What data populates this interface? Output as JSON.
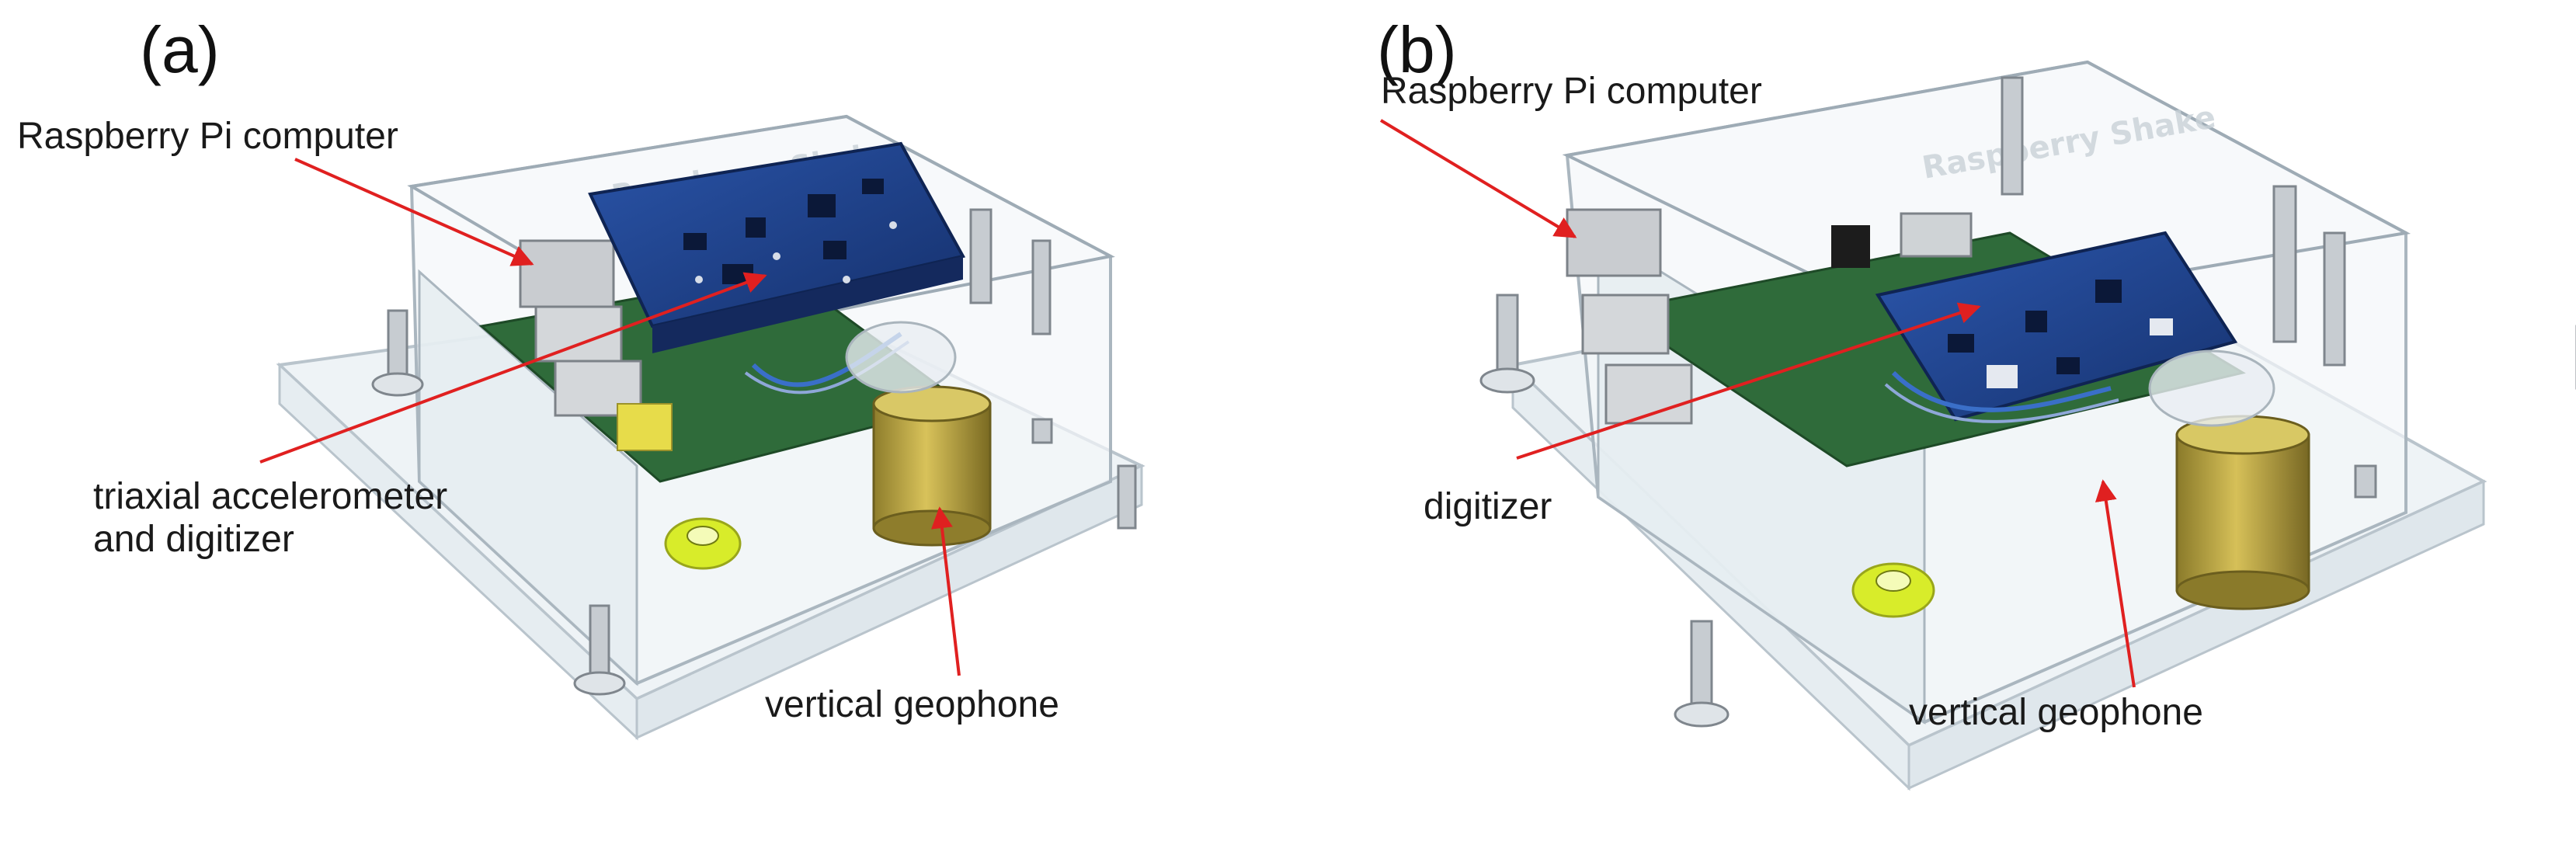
{
  "panels": [
    {
      "letter": "(a)",
      "labels": {
        "computer": "Raspberry Pi computer",
        "sensor_line1": "triaxial accelerometer",
        "sensor_line2": "and digitizer",
        "geophone": "vertical geophone"
      },
      "case_text": "Raspberry Shake"
    },
    {
      "letter": "(b)",
      "labels": {
        "computer": "Raspberry Pi computer",
        "sensor_line1": "digitizer",
        "geophone": "vertical geophone"
      },
      "case_text": "Raspberry Shake"
    }
  ],
  "colors": {
    "arrow": "#e02020",
    "board_blue": "#1f3f8f",
    "case_edge": "#b9c4cc",
    "geophone_gold": "#b8a33c",
    "bubble_level": "#d8ec2a"
  }
}
